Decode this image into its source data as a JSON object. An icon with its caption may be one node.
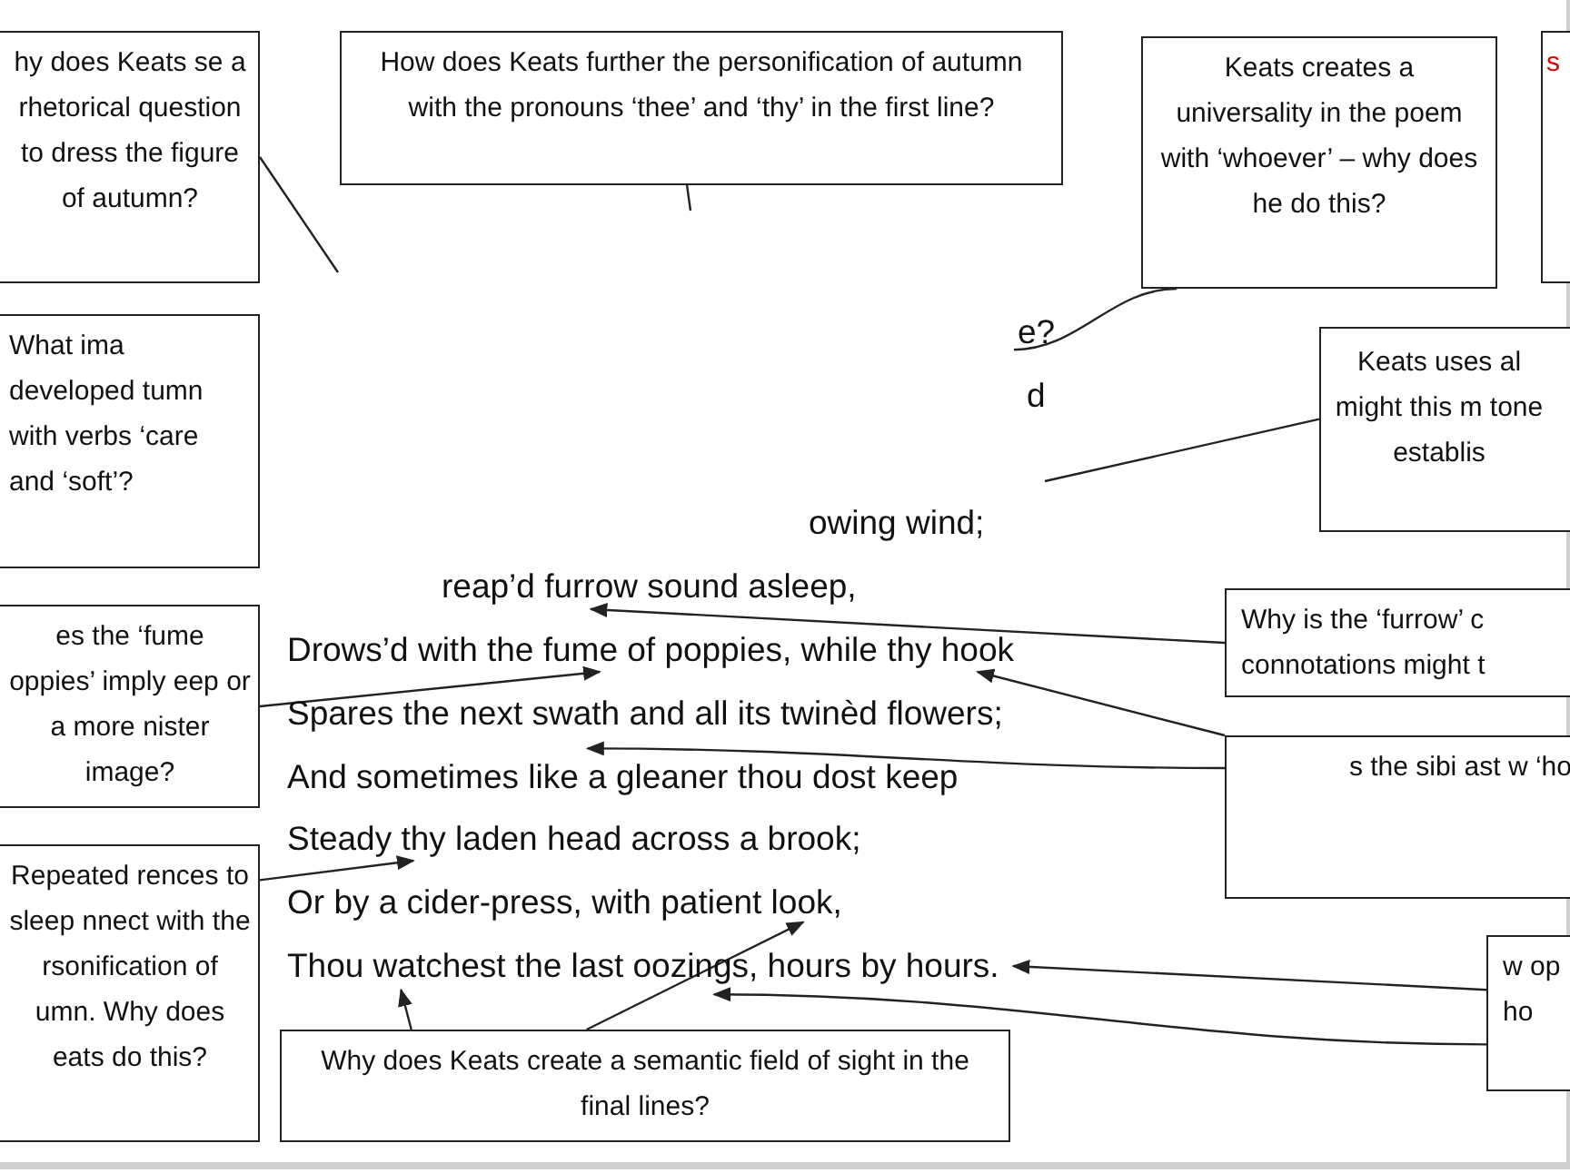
{
  "diagram": {
    "nodes": [
      {
        "text": [
          "hy does Keats se a rhetorical question to dress the figure of autumn?"
        ]
      },
      {
        "text": [
          "How does Keats further the personification of autumn with the pronouns ‘thee’ and ‘thy’ in the first line?"
        ]
      },
      {
        "text": [
          "Keats creates a universality in the poem with ‘whoever’ – why does he do this?"
        ]
      },
      {
        "text": [
          "s"
        ]
      },
      {
        "text": [
          "What ima developed tumn with verbs ‘care and ‘soft’?"
        ]
      },
      {
        "text": [
          "Keats uses al might this m tone establis"
        ]
      },
      {
        "text": [
          "es the ‘fume oppies’ imply eep or a more nister image?"
        ]
      },
      {
        "text": [
          "Why is the ‘furrow’ c connotations might t"
        ]
      },
      {
        "text": [
          "s the sibi ast w ‘ho"
        ]
      },
      {
        "text": [
          "Repeated rences to sleep nnect with the rsonification of umn. Why does eats do this?"
        ]
      },
      {
        "text": [
          "Why does Keats create a semantic field of sight in the final lines?"
        ]
      },
      {
        "text": [
          "w op ho"
        ]
      },
      {
        "text": [
          "e?"
        ]
      },
      {
        "text": [
          "d"
        ]
      },
      {
        "text": [
          "owing wind;"
        ]
      },
      {
        "text": [
          "reap’d furrow sound asleep,"
        ]
      },
      {
        "text": [
          "Drows’d with the fume of poppies, while thy hook"
        ]
      },
      {
        "text": [
          "Spares the next swath and all its twinèd flowers;"
        ]
      },
      {
        "text": [
          "And sometimes like a gleaner thou dost keep"
        ]
      },
      {
        "text": [
          "Steady thy laden head across a brook;"
        ]
      },
      {
        "text": [
          "Or by a cider-press, with patient look,"
        ]
      },
      {
        "text": [
          "Thou watchest the last oozings, hours by hours."
        ]
      }
    ],
    "edges": [
      {
        "from": 0,
        "to": null,
        "arrow": "none"
      },
      {
        "from": 1,
        "to": null,
        "arrow": "none"
      },
      {
        "from": 2,
        "to": 12,
        "arrow": "none"
      },
      {
        "from": 5,
        "to": null,
        "arrow": "none"
      },
      {
        "from": 7,
        "to": 15,
        "arrow": "to"
      },
      {
        "from": 6,
        "to": 16,
        "arrow": "to"
      },
      {
        "from": 8,
        "to": 16,
        "arrow": "to"
      },
      {
        "from": 8,
        "to": 17,
        "arrow": "to"
      },
      {
        "from": 9,
        "to": 19,
        "arrow": "to"
      },
      {
        "from": 10,
        "to": 21,
        "arrow": "to"
      },
      {
        "from": 10,
        "to": 20,
        "arrow": "to"
      },
      {
        "from": 11,
        "to": 21,
        "arrow": "to"
      },
      {
        "from": 11,
        "to": 21,
        "arrow": "to"
      }
    ]
  }
}
